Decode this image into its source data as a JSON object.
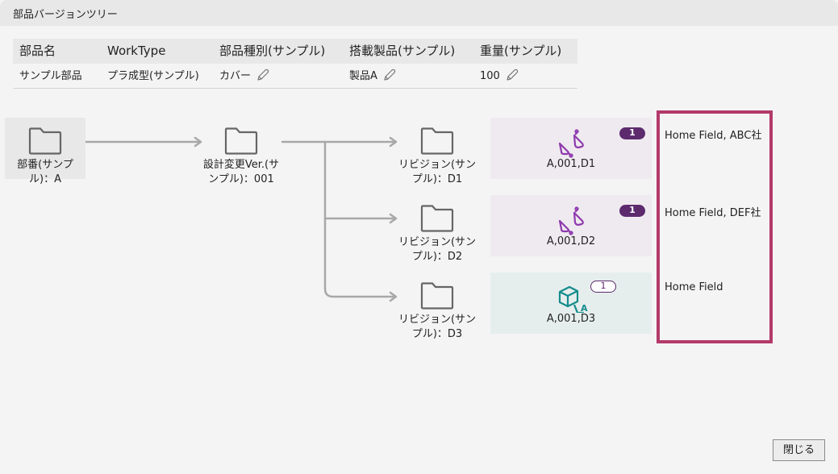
{
  "window": {
    "title": "部品バージョンツリー"
  },
  "properties": {
    "headers": [
      "部品名",
      "WorkType",
      "部品種別(サンプル)",
      "搭載製品(サンプル)",
      "重量(サンプル)"
    ],
    "values": [
      "サンプル部品",
      "プラ成型(サンプル)",
      "カバー",
      "製品A",
      "100"
    ],
    "editable": [
      false,
      false,
      true,
      true,
      true
    ]
  },
  "tree": {
    "root": {
      "label": "部番(サンプル)：A",
      "icon": "folder-icon",
      "selected": true
    },
    "version": {
      "label": "設計変更Ver.(サンプル)：001",
      "icon": "folder-icon"
    },
    "revisions": [
      {
        "label": "リビジョン(サンプル)：D1",
        "icon": "folder-icon"
      },
      {
        "label": "リビジョン(サンプル)：D2",
        "icon": "folder-icon"
      },
      {
        "label": "リビジョン(サンプル)：D3",
        "icon": "folder-icon"
      }
    ]
  },
  "cards": [
    {
      "label": "A,001,D1",
      "icon": "linked-parts-icon",
      "badge": "1",
      "badge_style": "filled",
      "bg": "#efeaef",
      "icon_color": "#8e3aae"
    },
    {
      "label": "A,001,D2",
      "icon": "linked-parts-icon",
      "badge": "1",
      "badge_style": "filled",
      "bg": "#efeaef",
      "icon_color": "#8e3aae"
    },
    {
      "label": "A,001,D3",
      "icon": "3d-model-icon",
      "badge": "1",
      "badge_style": "outline",
      "bg": "#e6eeed",
      "icon_color": "#148c8c"
    }
  ],
  "fields": [
    "Home Field, ABC社",
    "Home Field, DEF社",
    "Home Field"
  ],
  "highlight_color": "#b33a6a",
  "footer": {
    "close_label": "閉じる"
  }
}
